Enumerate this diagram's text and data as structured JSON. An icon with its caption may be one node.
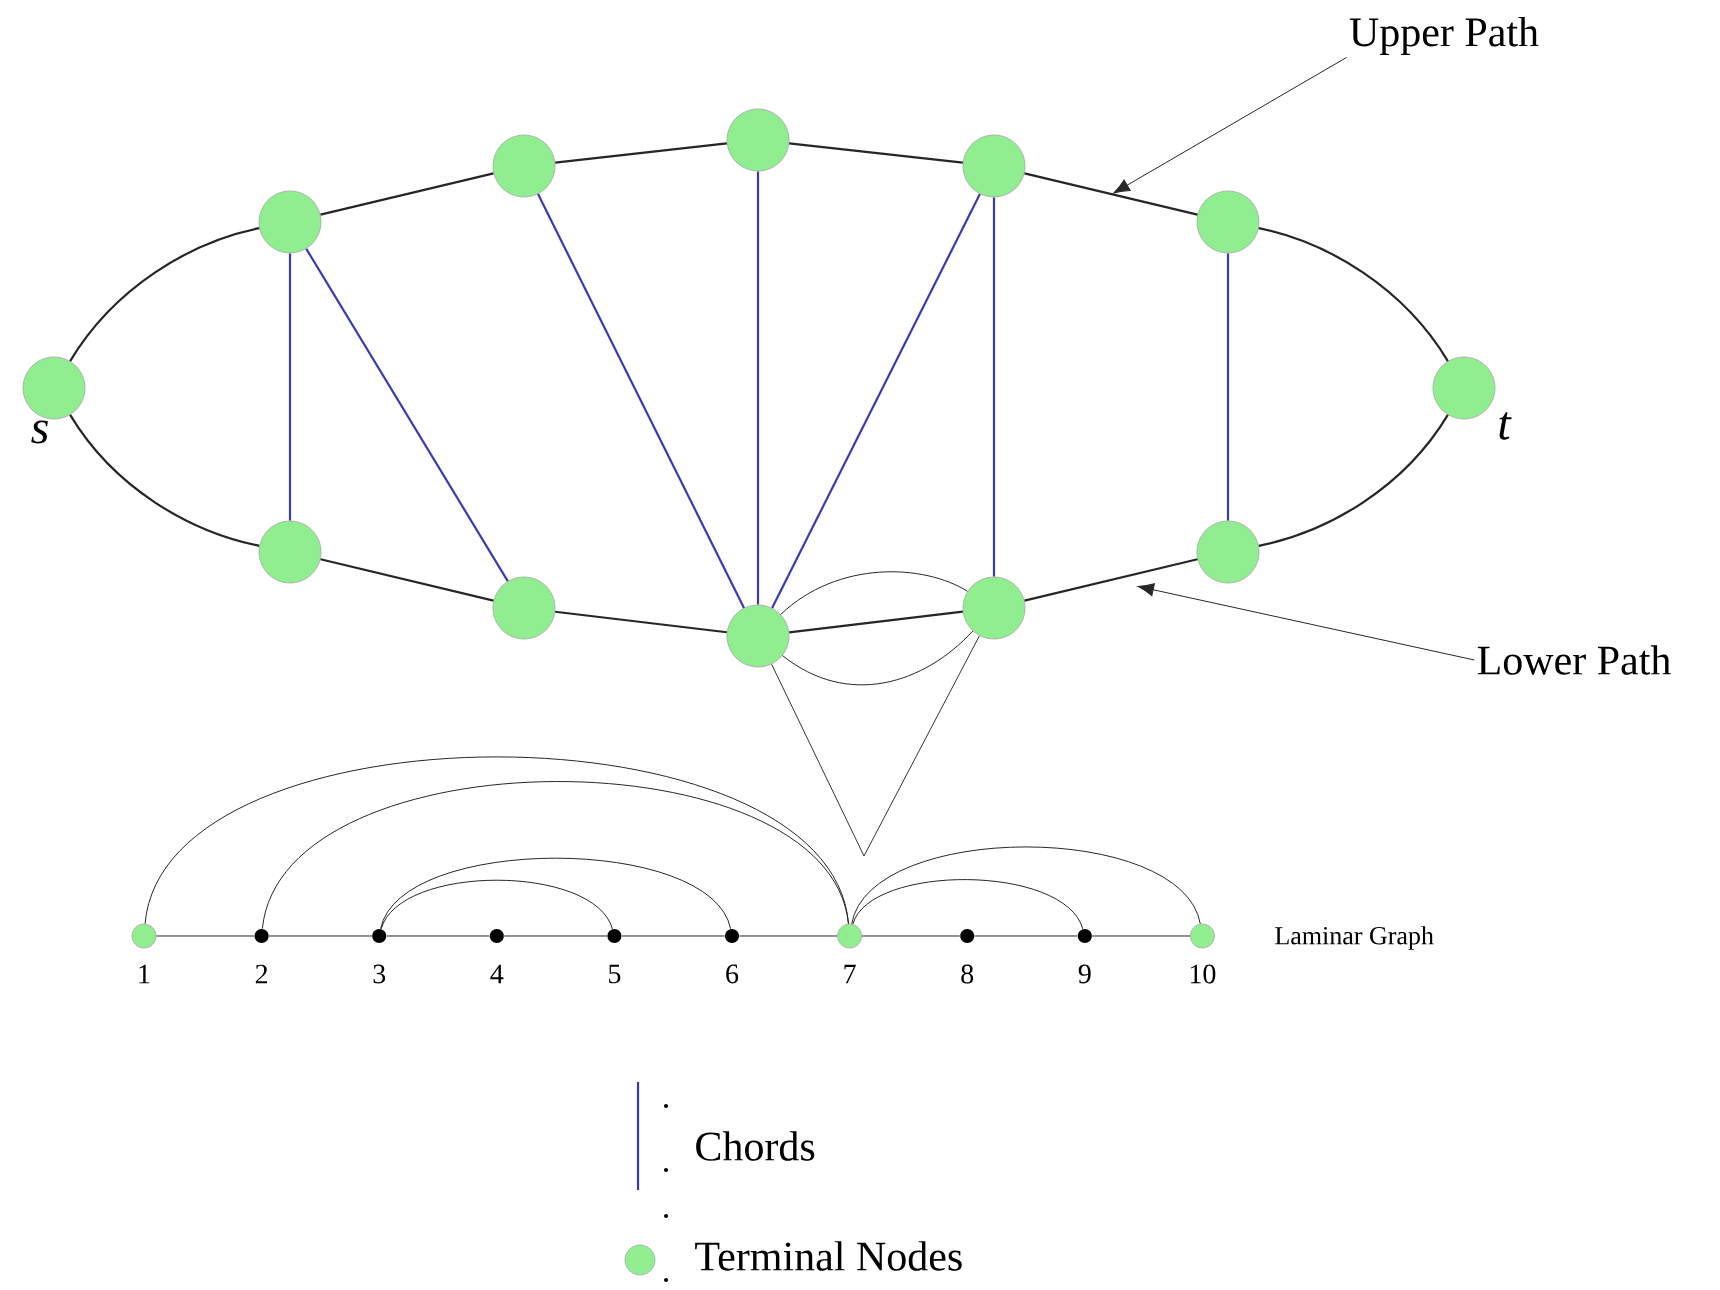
{
  "diagram": {
    "nodes": [
      {
        "text": [],
        "shape": "circle",
        "beside": [
          "s"
        ]
      },
      {
        "text": [],
        "shape": "circle"
      },
      {
        "text": [],
        "shape": "circle"
      },
      {
        "text": [],
        "shape": "circle"
      },
      {
        "text": [],
        "shape": "circle"
      },
      {
        "text": [],
        "shape": "circle"
      },
      {
        "text": [],
        "shape": "circle",
        "beside": [
          "t"
        ]
      },
      {
        "text": [],
        "shape": "circle"
      },
      {
        "text": [],
        "shape": "circle"
      },
      {
        "text": [],
        "shape": "circle"
      },
      {
        "text": [],
        "shape": "circle"
      },
      {
        "text": [],
        "shape": "circle"
      },
      {
        "text": [
          "Upper Path"
        ]
      },
      {
        "text": [
          "Lower Path"
        ]
      },
      {
        "text": [],
        "shape": "circle",
        "beside": [
          "1"
        ]
      },
      {
        "text": [],
        "shape": "dot",
        "beside": [
          "2"
        ]
      },
      {
        "text": [],
        "shape": "dot",
        "beside": [
          "3"
        ]
      },
      {
        "text": [],
        "shape": "dot",
        "beside": [
          "4"
        ]
      },
      {
        "text": [],
        "shape": "dot",
        "beside": [
          "5"
        ]
      },
      {
        "text": [],
        "shape": "dot",
        "beside": [
          "6"
        ]
      },
      {
        "text": [],
        "shape": "circle",
        "beside": [
          "7"
        ]
      },
      {
        "text": [],
        "shape": "dot",
        "beside": [
          "8"
        ]
      },
      {
        "text": [],
        "shape": "dot",
        "beside": [
          "9"
        ]
      },
      {
        "text": [],
        "shape": "circle",
        "beside": [
          "10"
        ]
      }
    ],
    "edges": [
      {
        "from": 0,
        "to": 1,
        "arrow": "none"
      },
      {
        "from": 1,
        "to": 2,
        "arrow": "none"
      },
      {
        "from": 2,
        "to": 3,
        "arrow": "none"
      },
      {
        "from": 3,
        "to": 4,
        "arrow": "none"
      },
      {
        "from": 4,
        "to": 5,
        "arrow": "none"
      },
      {
        "from": 5,
        "to": 6,
        "arrow": "none"
      },
      {
        "from": 0,
        "to": 7,
        "arrow": "none"
      },
      {
        "from": 7,
        "to": 8,
        "arrow": "none"
      },
      {
        "from": 8,
        "to": 9,
        "arrow": "none"
      },
      {
        "from": 9,
        "to": 10,
        "arrow": "none"
      },
      {
        "from": 10,
        "to": 11,
        "arrow": "none"
      },
      {
        "from": 11,
        "to": 6,
        "arrow": "none"
      },
      {
        "from": 1,
        "to": 7,
        "arrow": "none",
        "color": "#3a3ab4"
      },
      {
        "from": 1,
        "to": 8,
        "arrow": "none",
        "color": "#3a3ab4"
      },
      {
        "from": 2,
        "to": 9,
        "arrow": "none",
        "color": "#3a3ab4"
      },
      {
        "from": 3,
        "to": 9,
        "arrow": "none",
        "color": "#3a3ab4"
      },
      {
        "from": 4,
        "to": 9,
        "arrow": "none",
        "color": "#3a3ab4"
      },
      {
        "from": 4,
        "to": 10,
        "arrow": "none",
        "color": "#3a3ab4"
      },
      {
        "from": 5,
        "to": 11,
        "arrow": "none",
        "color": "#3a3ab4"
      },
      {
        "from": 9,
        "to": 10,
        "arrow": "none"
      },
      {
        "from": 9,
        "to": 10,
        "arrow": "none"
      },
      {
        "from": 12,
        "to": null,
        "arrow": "to"
      },
      {
        "from": 13,
        "to": null,
        "arrow": "to"
      },
      {
        "from": 14,
        "to": 15,
        "arrow": "none"
      },
      {
        "from": 15,
        "to": 16,
        "arrow": "none"
      },
      {
        "from": 16,
        "to": 17,
        "arrow": "none"
      },
      {
        "from": 17,
        "to": 18,
        "arrow": "none"
      },
      {
        "from": 18,
        "to": 19,
        "arrow": "none"
      },
      {
        "from": 19,
        "to": 20,
        "arrow": "none"
      },
      {
        "from": 20,
        "to": 21,
        "arrow": "none"
      },
      {
        "from": 21,
        "to": 22,
        "arrow": "none"
      },
      {
        "from": 22,
        "to": 23,
        "arrow": "none"
      },
      {
        "from": 14,
        "to": 20,
        "arrow": "none"
      },
      {
        "from": 15,
        "to": 20,
        "arrow": "none"
      },
      {
        "from": 16,
        "to": 18,
        "arrow": "none"
      },
      {
        "from": 16,
        "to": 19,
        "arrow": "none"
      },
      {
        "from": 20,
        "to": 22,
        "arrow": "none"
      },
      {
        "from": 20,
        "to": 23,
        "arrow": "none"
      }
    ],
    "labels": [
      "Laminar Graph"
    ],
    "legend": [
      {
        "text": "Chords"
      },
      {
        "text": "Terminal Nodes"
      }
    ]
  }
}
